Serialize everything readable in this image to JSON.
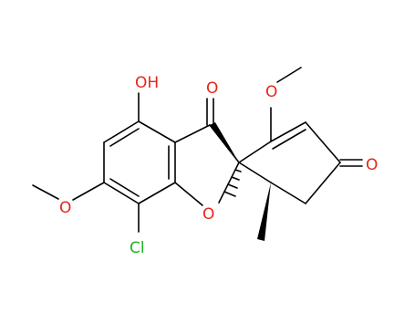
{
  "molecule": {
    "labels": {
      "hydroxyl": "OH",
      "ketone_top": "O",
      "enol_ether_o": "O",
      "enone_o": "O",
      "aryl_ether_o": "O",
      "furan_o": "O",
      "chloro": "Cl"
    },
    "colors": {
      "oxygen": "#e8241c",
      "chlorine": "#1fb51f",
      "bond": "#000000"
    }
  }
}
